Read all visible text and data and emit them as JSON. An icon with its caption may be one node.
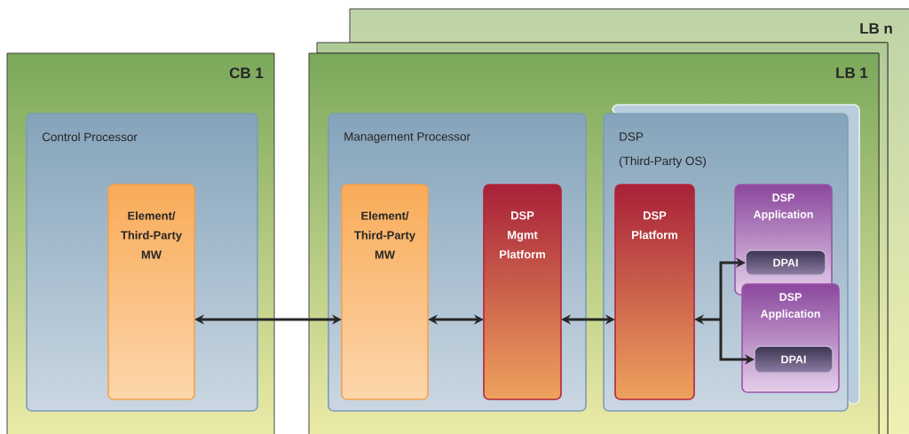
{
  "diagram": {
    "nodes": [
      {
        "text": [
          "CB 1"
        ]
      },
      {
        "text": [
          "Control Processor"
        ],
        "in": 0
      },
      {
        "text": [
          "Element/ Third-Party MW"
        ],
        "in": 1
      },
      {
        "text": [
          "LB n"
        ]
      },
      {
        "text": [],
        "shape": "box"
      },
      {
        "text": [
          "LB 1"
        ]
      },
      {
        "text": [
          "Management Processor"
        ],
        "in": 5
      },
      {
        "text": [
          "Element/ Third-Party MW"
        ],
        "in": 6
      },
      {
        "text": [
          "DSP Mgmt Platform"
        ],
        "in": 6
      },
      {
        "text": [],
        "shape": "box",
        "in": 5
      },
      {
        "text": [
          "DSP",
          "(Third-Party OS)"
        ],
        "in": 5
      },
      {
        "text": [
          "DSP Platform"
        ],
        "in": 10
      },
      {
        "text": [
          "DSP Application"
        ],
        "in": 10
      },
      {
        "text": [
          "DPAI"
        ],
        "in": 12
      },
      {
        "text": [
          "DSP Application"
        ],
        "in": 10
      },
      {
        "text": [
          "DPAI"
        ],
        "in": 14
      }
    ],
    "edges": [
      {
        "from": 2,
        "to": 7,
        "arrow": "both"
      },
      {
        "from": 7,
        "to": 8,
        "arrow": "both"
      },
      {
        "from": 8,
        "to": 11,
        "arrow": "both"
      },
      {
        "from": 11,
        "to": 13,
        "arrow": "both"
      },
      {
        "from": 11,
        "to": 15,
        "arrow": "both"
      }
    ]
  }
}
